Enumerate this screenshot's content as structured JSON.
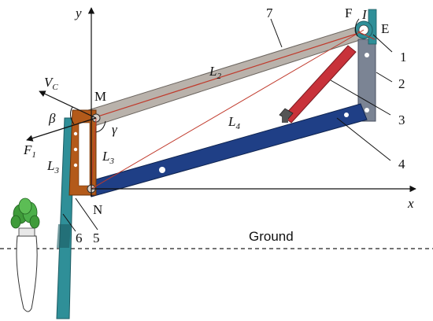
{
  "axes": {
    "x": "x",
    "y": "y"
  },
  "points": {
    "F": "F",
    "E": "E",
    "M": "M",
    "N": "N",
    "I": "I"
  },
  "lengths": {
    "L2": {
      "main": "L",
      "sub": "2"
    },
    "L3_inner": {
      "main": "L",
      "sub": "3"
    },
    "L3_outer": {
      "main": "L",
      "sub": "3"
    },
    "L4": {
      "main": "L",
      "sub": "4"
    }
  },
  "forces": {
    "Vc": {
      "main": "V",
      "sub": "C"
    },
    "F1": {
      "main": "F",
      "sub": "1"
    }
  },
  "angles": {
    "beta": "β",
    "gamma": "γ"
  },
  "part_numbers": [
    "1",
    "2",
    "3",
    "4",
    "5",
    "6",
    "7"
  ],
  "ground_label": "Ground",
  "colors": {
    "upper_link": "#b9b2ab",
    "lower_link": "#1f3f86",
    "cylinder": "#c8323a",
    "bracket": "#7b8494",
    "frame": "#b35a1a",
    "stalk": "#2f8f98",
    "line": "#c0392b"
  }
}
